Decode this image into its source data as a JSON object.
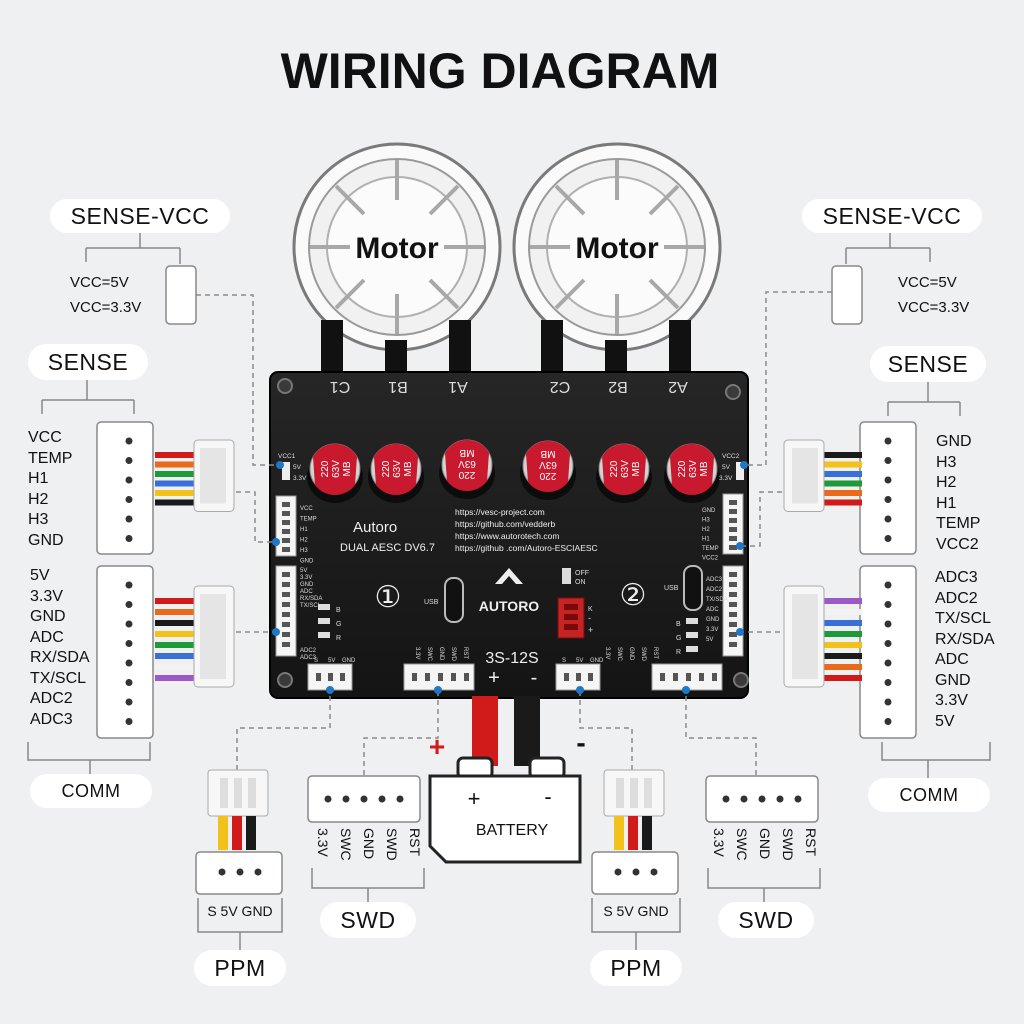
{
  "title": "WIRING DIAGRAM",
  "motors": [
    "Motor",
    "Motor"
  ],
  "phase_left": [
    "C1",
    "B1",
    "A1"
  ],
  "phase_right": [
    "C2",
    "B2",
    "A2"
  ],
  "sense_vcc_label": "SENSE-VCC",
  "sense_vcc_options": [
    "VCC=5V",
    "VCC=3.3V"
  ],
  "sense_label": "SENSE",
  "sense_pins_left": [
    "VCC",
    "TEMP",
    "H1",
    "H2",
    "H3",
    "GND"
  ],
  "sense_pins_right": [
    "GND",
    "H3",
    "H2",
    "H1",
    "TEMP",
    "VCC2"
  ],
  "comm_label": "COMM",
  "comm_pins_left": [
    "5V",
    "3.3V",
    "GND",
    "ADC",
    "RX/SDA",
    "TX/SCL",
    "ADC2",
    "ADC3"
  ],
  "comm_pins_right": [
    "ADC3",
    "ADC2",
    "TX/SCL",
    "RX/SDA",
    "ADC",
    "GND",
    "3.3V",
    "5V"
  ],
  "ppm_label": "PPM",
  "ppm_pins": "S  5V GND",
  "swd_label": "SWD",
  "swd_pins": [
    "3.3V",
    "SWC",
    "GND",
    "SWD",
    "RST"
  ],
  "battery": {
    "label": "BATTERY",
    "plus": "+",
    "minus": "-"
  },
  "board": {
    "brand": "Autoro",
    "model": "DUAL AESC DV6.7",
    "logo": "AUTORO",
    "urls": [
      "https://vesc-project.com",
      "https://github.com/vedderb",
      "https://www.autorotech.com",
      "https://github .com/Autoro-ESCIAESC"
    ],
    "voltage": "3S-12S",
    "plus": "+",
    "minus": "-",
    "cap_values": [
      "220",
      "63V",
      "MB"
    ],
    "ch1": "①",
    "ch2": "②",
    "usb": "USB",
    "vcc1": "VCC1",
    "vcc2": "VCC2",
    "v5": "5V",
    "v33": "3.3V",
    "switch_off": "OFF",
    "switch_on": "ON",
    "silk_sense_left": [
      "VCC",
      "TEMP",
      "H1",
      "H2",
      "H3",
      "GND"
    ],
    "silk_comm_left": [
      "5V",
      "3.3V",
      "GND",
      "ADC",
      "RX/SDA",
      "TX/SCL"
    ],
    "silk_comm_left_bottom": [
      "ADC2",
      "ADC3"
    ],
    "silk_sense_right": [
      "GND",
      "H3",
      "H2",
      "H1",
      "TEMP",
      "VCC2"
    ],
    "silk_comm_right": [
      "ADC3",
      "ADC2",
      "TX/SDA",
      "ADC",
      "GND",
      "3.3V",
      "5V"
    ],
    "silk_ppm": [
      "S",
      "5V",
      "GND"
    ],
    "silk_swd_left": [
      "3.3V",
      "SWC",
      "GND",
      "SWD",
      "RST"
    ],
    "silk_swd_right": [
      "3.3V",
      "SWC",
      "GND",
      "SWD",
      "RST"
    ],
    "led": [
      "B",
      "G",
      "R"
    ],
    "sw_k": "K",
    "sw_minus": "-",
    "sw_plus": "+"
  },
  "colors": {
    "board": "#1b1b1b",
    "cap": "#c8192e",
    "wire_red": "#d11a1a",
    "accent_blue": "#1f77c8"
  }
}
